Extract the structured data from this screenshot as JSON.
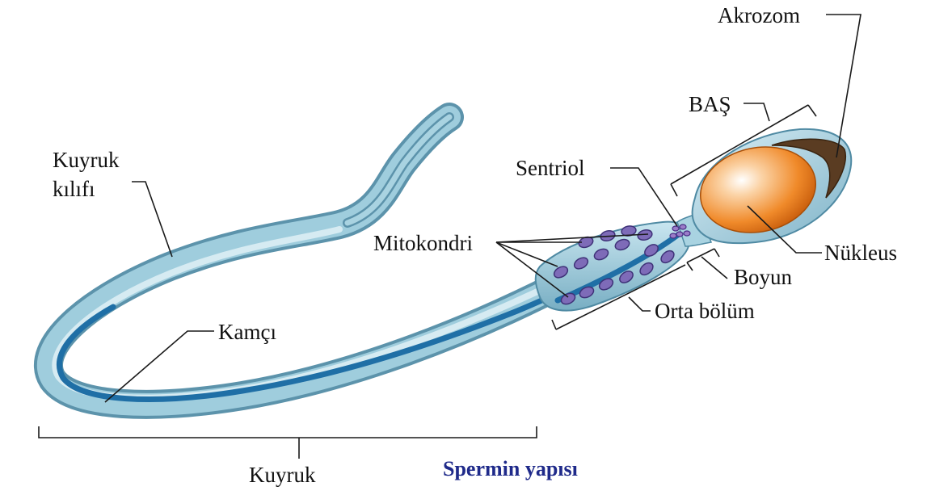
{
  "labels": {
    "akrozom": "Akrozom",
    "bas": "BAŞ",
    "sentriol": "Sentriol",
    "kuyruk_kilifi_1": "Kuyruk",
    "kuyruk_kilifi_2": "kılıfı",
    "mitokondri": "Mitokondri",
    "nukleus": "Nükleus",
    "boyun": "Boyun",
    "orta_bolum": "Orta bölüm",
    "kamci": "Kamçı",
    "kuyruk": "Kuyruk"
  },
  "caption": "Spermin yapısı",
  "colors": {
    "caption": "#1f2a8a",
    "sheath": "#8fc0d3",
    "sheath_edge": "#4f8aa3",
    "axial": "#1f6fa6",
    "nucleus": "#ee7a1a",
    "acrosome": "#5a3c22",
    "mitochondria": "#7e6bb8"
  }
}
